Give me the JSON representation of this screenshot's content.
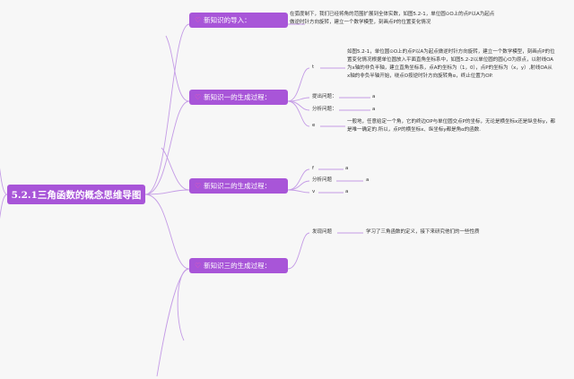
{
  "root": {
    "title": "5.2.1三角函数的概念思维导图"
  },
  "branches": [
    {
      "label": "新知识的导入：",
      "icon": "heart-icon",
      "text": "在弧度制下，我们已经将角的范围扩展到全体实数，如图5.2-1，单位圆⊙O上的点P以A为起点做逆时针方向旋转，建立一个数学模型，刻画点P的位置变化情况"
    },
    {
      "label": "新知识一的生成过程：",
      "icon": "heart-icon",
      "items": [
        {
          "key": "t",
          "text": "如图5.2-1，单位圆⊙O上的点P以A为起点做逆时针方向旋转，建立一个数学模型，刻画点P的位置变化情况根据单位圆放入平面直角坐标系中，如图5.2-2以单位圆的圆心O为原点，以射线OA为x轴的非负半轴，建立直角坐标系，点A的坐标为（1，0），点P的坐标为（x，y）,射线OA从x轴的非负半轴开始，绕点O按逆时针方向旋转角α，终止位置为OP."
        },
        {
          "key": "提出问题：",
          "value": "a"
        },
        {
          "key": "分析问题：",
          "value": "a"
        },
        {
          "key": "e",
          "text": "一般地，任意给定一个角，它的终边OP与单位圆交点P的坐标，无论是横坐标x还是纵坐标y，都是唯一确定的.所以，点P的横坐标x、纵坐标y都是角α的函数."
        }
      ]
    },
    {
      "label": "新知识二的生成过程：",
      "icon": "heart-icon",
      "items": [
        {
          "key": "f",
          "value": "a"
        },
        {
          "key": "分析问题",
          "value": "a"
        },
        {
          "key": "v",
          "value": "a"
        }
      ]
    },
    {
      "label": "新知识三的生成过程：",
      "icon": "heart-icon",
      "items": [
        {
          "key": "发现问题",
          "text": "学习了三角函数的定义，接下来研究他们的一些性质"
        }
      ]
    }
  ],
  "colors": {
    "node_bg": "#a855d8",
    "line": "#c49be6",
    "icon": "#ff5aa8"
  }
}
